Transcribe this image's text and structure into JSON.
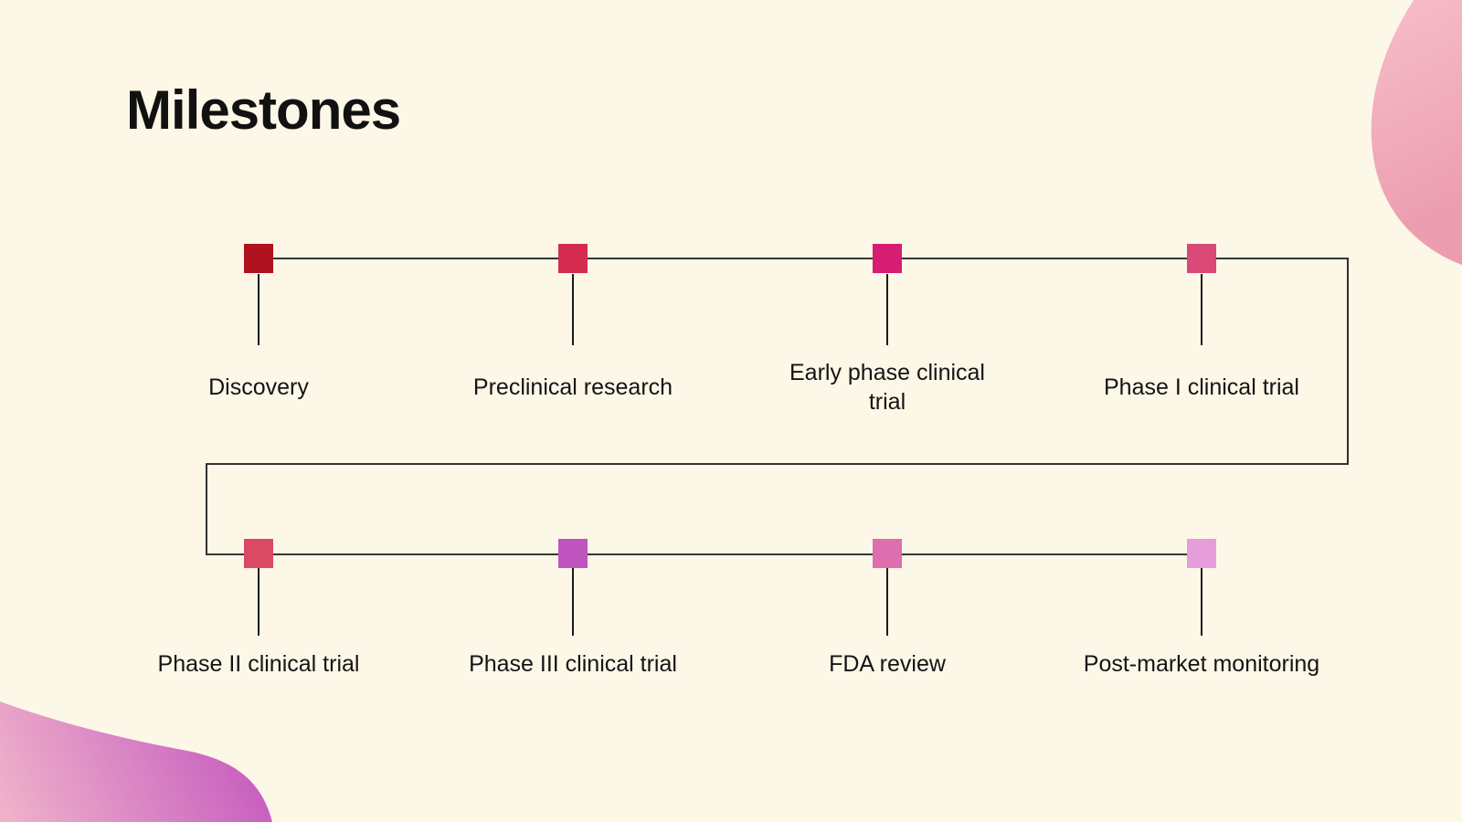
{
  "slide": {
    "title": "Milestones",
    "background_color": "#FCF7E7",
    "line_color": "#1B1B1B",
    "text_color": "#141414"
  },
  "milestones": [
    {
      "label": "Discovery",
      "color": "#B0111F",
      "row": 1
    },
    {
      "label": "Preclinical research",
      "color": "#D42C50",
      "row": 1
    },
    {
      "label": "Early phase clinical trial",
      "color": "#D61D72",
      "row": 1
    },
    {
      "label": "Phase I clinical trial",
      "color": "#DA4978",
      "row": 1
    },
    {
      "label": "Phase II clinical trial",
      "color": "#DB4A63",
      "row": 2
    },
    {
      "label": "Phase III clinical trial",
      "color": "#BF54BE",
      "row": 2
    },
    {
      "label": "FDA review",
      "color": "#DD6FAE",
      "row": 2
    },
    {
      "label": "Post-market monitoring",
      "color": "#E69EDB",
      "row": 2
    }
  ],
  "decor": {
    "top_right_blob": {
      "color_start": "#F6BCC8",
      "color_end": "#EC9DB0"
    },
    "bottom_left_blob": {
      "color_start": "#F0B4CA",
      "color_end": "#C253BE"
    }
  }
}
